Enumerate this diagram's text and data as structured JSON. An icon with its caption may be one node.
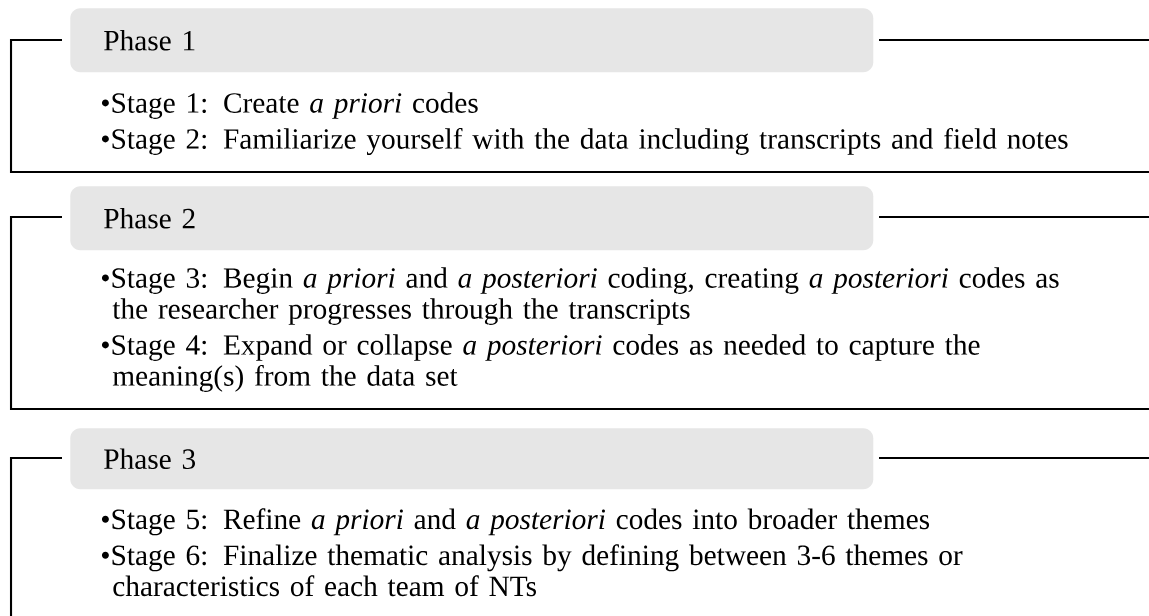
{
  "diagram": {
    "nodes": [
      {
        "text": [
          "Phase 1"
        ]
      },
      {
        "text": [
          "•Stage 1: Create *a priori* codes",
          "•Stage 2: Familiarize yourself with the data including transcripts and field notes"
        ]
      },
      {
        "text": [
          "Phase 2"
        ]
      },
      {
        "text": [
          "•Stage 3: Begin *a priori* and *a posteriori* coding, creating *a posteriori* codes as the researcher progresses through the transcripts",
          "•Stage 4: Expand or collapse *a posteriori* codes as needed to capture the meaning(s) from the data set"
        ]
      },
      {
        "text": [
          "Phase 3"
        ]
      },
      {
        "text": [
          "•Stage 5: Refine *a priori* and *a posteriori* codes into broader themes",
          "•Stage 6: Finalize thematic analysis by defining between 3-6 themes or characteristics of each team of NTs"
        ]
      }
    ]
  }
}
